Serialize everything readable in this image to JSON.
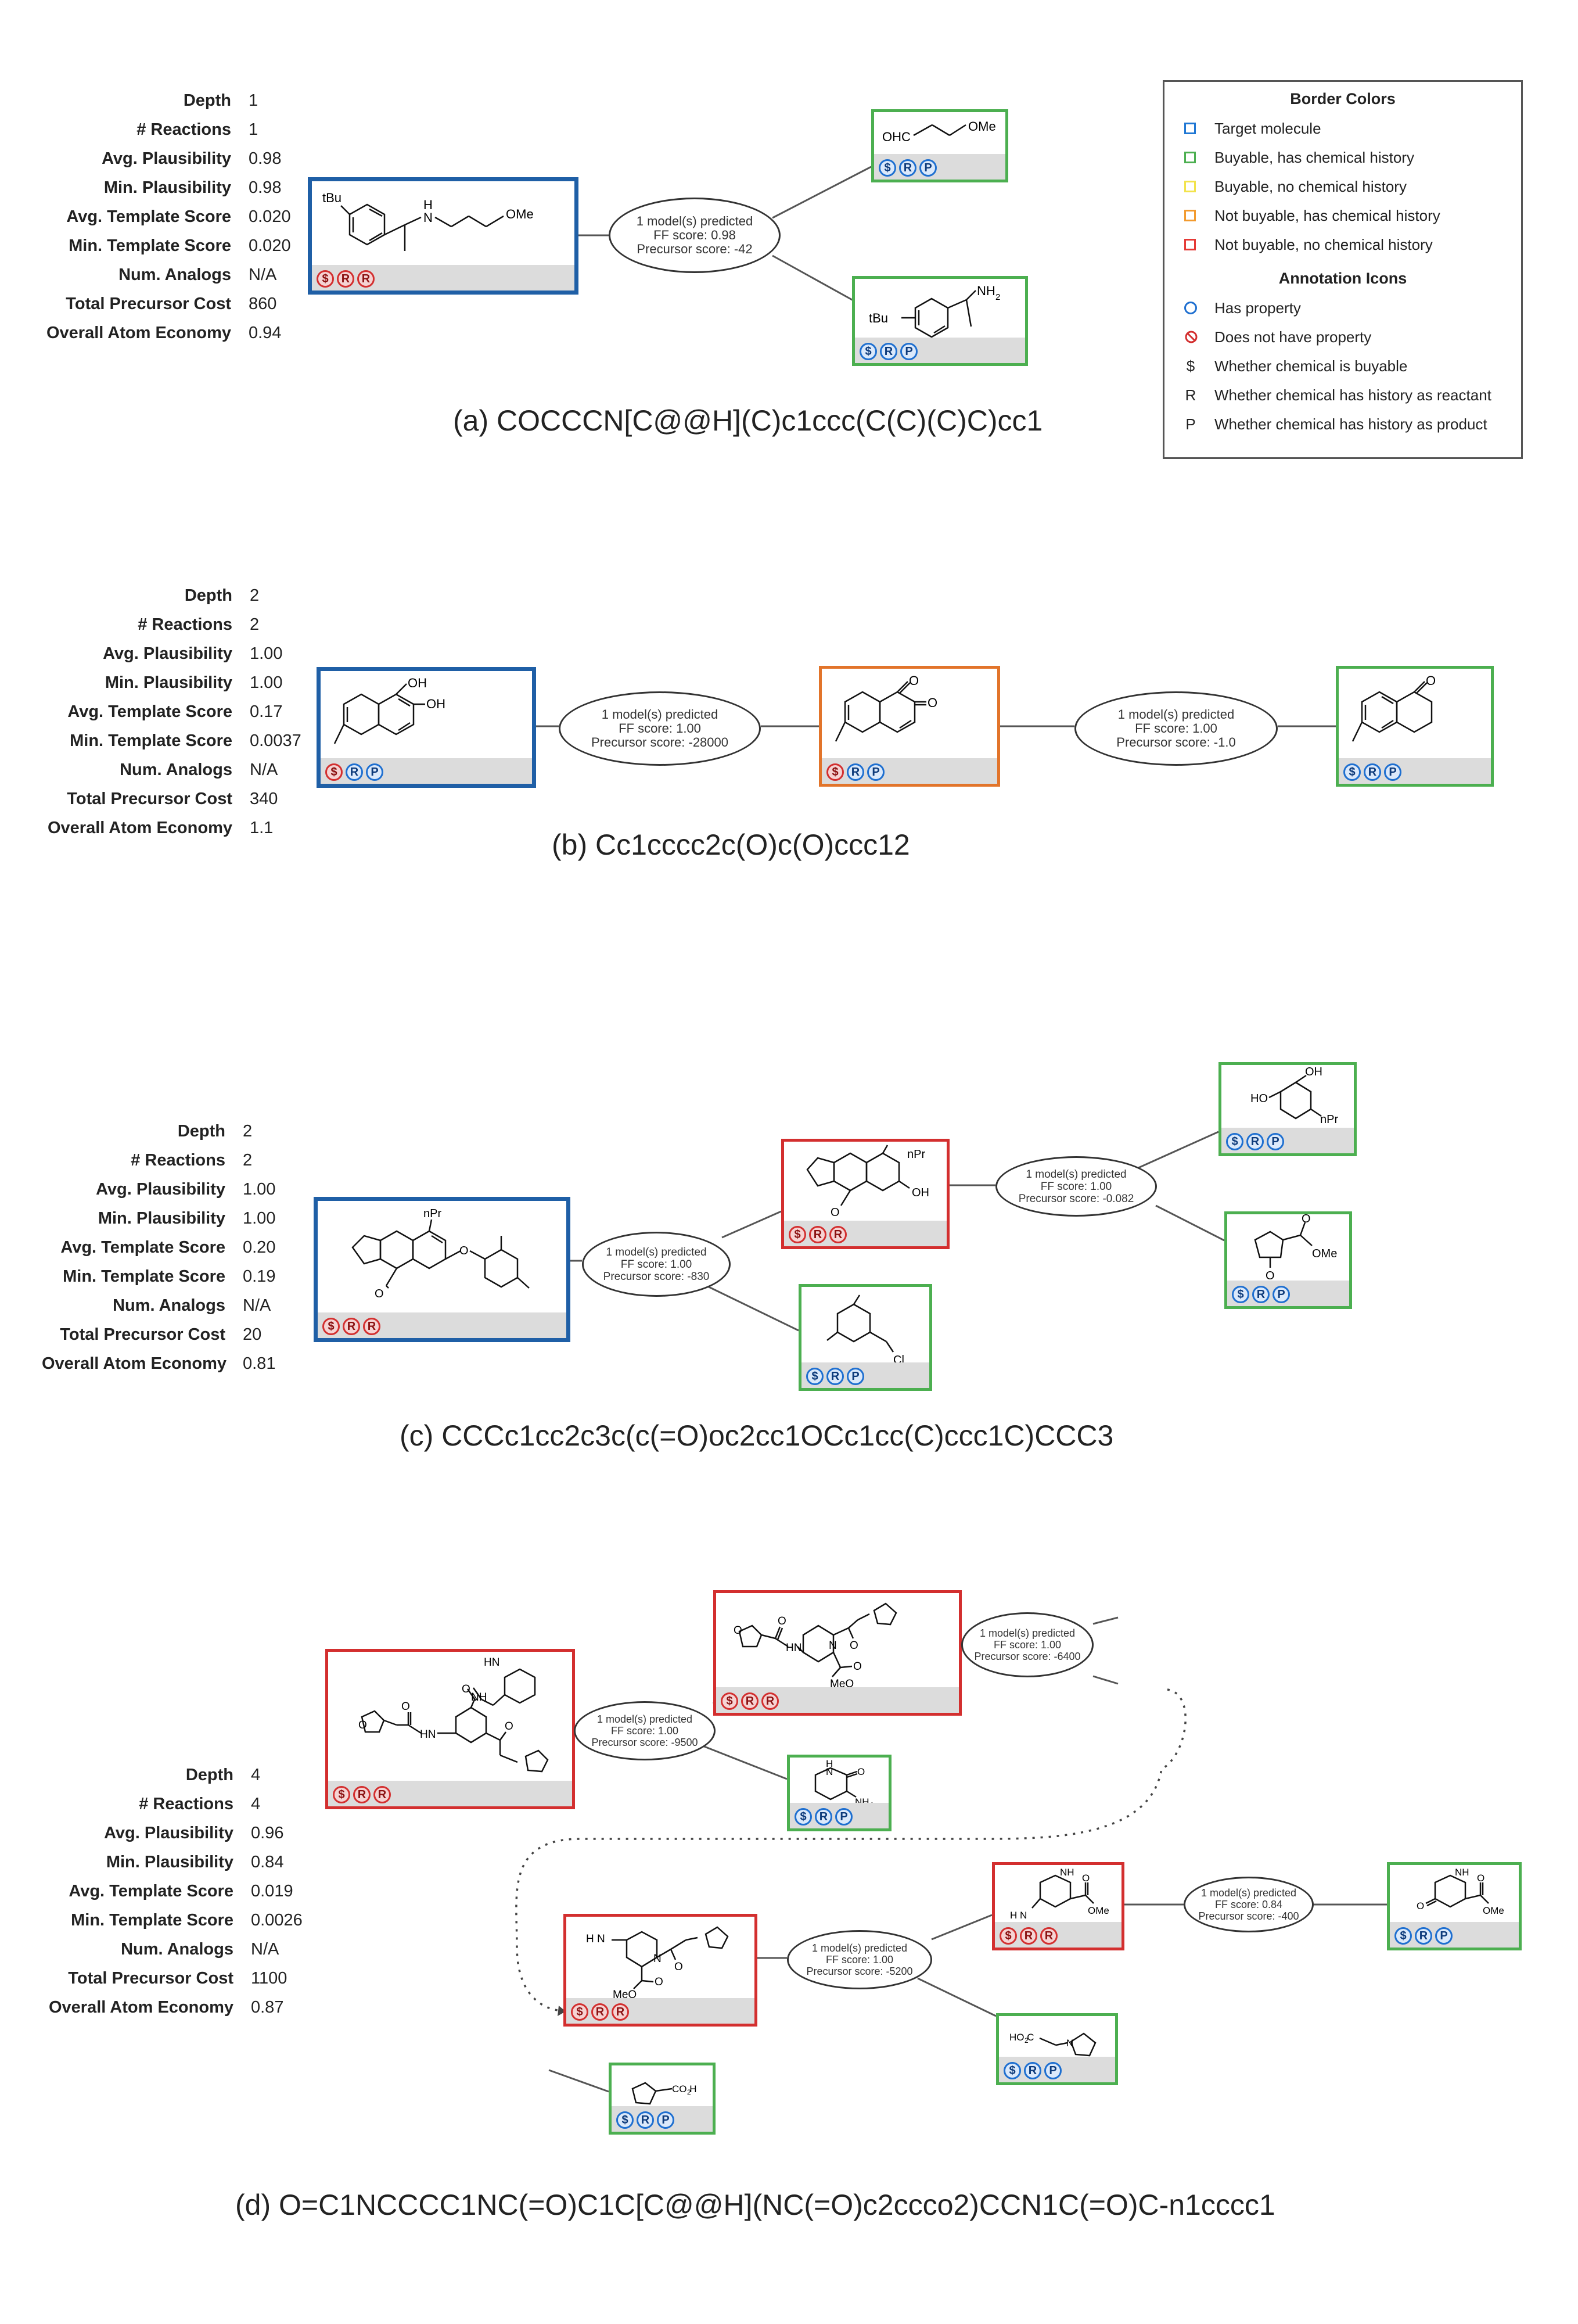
{
  "stat_labels": [
    "Depth",
    "# Reactions",
    "Avg. Plausibility",
    "Min. Plausibility",
    "Avg. Template Score",
    "Min. Template Score",
    "Num. Analogs",
    "Total Precursor Cost",
    "Overall Atom Economy"
  ],
  "panels": {
    "a": {
      "caption": "(a) COCCCN[C@@H](C)c1ccc(C(C)(C)C)cc1",
      "stats": [
        "1",
        "1",
        "0.98",
        "0.98",
        "0.020",
        "0.020",
        "N/A",
        "860",
        "0.94"
      ],
      "reaction": {
        "line1": "1 model(s) predicted",
        "ff": "FF score: 0.98",
        "precursor": "Precursor score: -42"
      },
      "atom_labels": {
        "tBu": "tBu",
        "H": "H",
        "N": "N",
        "OMe": "OMe",
        "OHC": "OHC",
        "NH2": "NH",
        "sub2": "2"
      }
    },
    "b": {
      "caption": "(b) Cc1cccc2c(O)c(O)ccc12",
      "stats": [
        "2",
        "2",
        "1.00",
        "1.00",
        "0.17",
        "0.0037",
        "N/A",
        "340",
        "1.1"
      ],
      "reaction1": {
        "line1": "1 model(s) predicted",
        "ff": "FF score: 1.00",
        "precursor": "Precursor score: -28000"
      },
      "reaction2": {
        "line1": "1 model(s) predicted",
        "ff": "FF score: 1.00",
        "precursor": "Precursor score: -1.0"
      },
      "atom_labels": {
        "OH": "OH",
        "O": "O"
      }
    },
    "c": {
      "caption": "(c) CCCc1cc2c3c(c(=O)oc2cc1OCc1cc(C)ccc1C)CCC3",
      "stats": [
        "2",
        "2",
        "1.00",
        "1.00",
        "0.20",
        "0.19",
        "N/A",
        "20",
        "0.81"
      ],
      "reaction1": {
        "line1": "1 model(s) predicted",
        "ff": "FF score: 1.00",
        "precursor": "Precursor score: -830"
      },
      "reaction2": {
        "line1": "1 model(s) predicted",
        "ff": "FF score: 1.00",
        "precursor": "Precursor score: -0.082"
      },
      "atom_labels": {
        "nPr": "nPr",
        "O": "O",
        "OH": "OH",
        "HO": "HO",
        "Cl": "Cl",
        "OMe": "OMe"
      }
    },
    "d": {
      "caption": "(d) O=C1NCCCC1NC(=O)C1C[C@@H](NC(=O)c2ccco2)CCN1C(=O)C-n1cccc1",
      "stats": [
        "4",
        "4",
        "0.96",
        "0.84",
        "0.019",
        "0.0026",
        "N/A",
        "1100",
        "0.87"
      ],
      "reaction1": {
        "line1": "1 model(s) predicted",
        "ff": "FF score: 1.00",
        "precursor": "Precursor score: -9500"
      },
      "reaction2": {
        "line1": "1 model(s) predicted",
        "ff": "FF score: 1.00",
        "precursor": "Precursor score: -6400"
      },
      "reaction3": {
        "line1": "1 model(s) predicted",
        "ff": "FF score: 0.84",
        "precursor": "Precursor score: -400"
      },
      "reaction4": {
        "line1": "1 model(s) predicted",
        "ff": "FF score: 1.00",
        "precursor": "Precursor score: -5200"
      },
      "atom_labels": {
        "O": "O",
        "HN": "HN",
        "NH": "NH",
        "N": "N",
        "H": "H",
        "MeO": "MeO",
        "OMe": "OMe",
        "NH2": "NH",
        "H2N": "H N",
        "sub2": "2",
        "HO2C": "HO C",
        "CO2H": "CO H"
      }
    }
  },
  "legend": {
    "border_title": "Border Colors",
    "border_items": [
      {
        "label": "Target molecule",
        "color": "#1f77d4"
      },
      {
        "label": "Buyable, has chemical history",
        "color": "#4caf50"
      },
      {
        "label": "Buyable, no chemical history",
        "color": "#f2e34c"
      },
      {
        "label": "Not buyable, has chemical history",
        "color": "#f29a2e"
      },
      {
        "label": "Not buyable, no chemical history",
        "color": "#e53935"
      }
    ],
    "icon_title": "Annotation Icons",
    "icon_items": [
      {
        "symbol": "",
        "label": "Has property"
      },
      {
        "symbol": "",
        "label": "Does not have property"
      },
      {
        "symbol": "$",
        "label": "Whether chemical is buyable"
      },
      {
        "symbol": "R",
        "label": "Whether chemical has history as reactant"
      },
      {
        "symbol": "P",
        "label": "Whether chemical has history as product"
      }
    ]
  },
  "icon_glyphs": {
    "buyable": "$",
    "reactant": "R",
    "product": "P"
  }
}
